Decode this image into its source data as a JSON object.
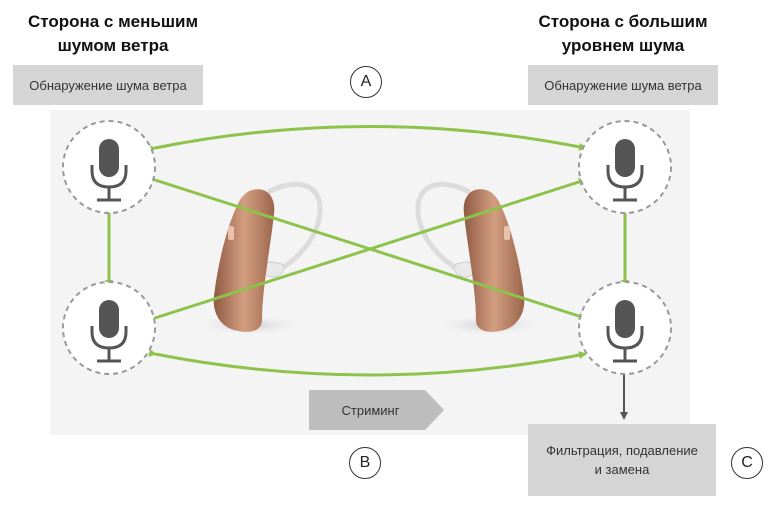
{
  "left_side": {
    "title_line1": "Сторона с меньшим",
    "title_line2": "шумом ветра",
    "detection_label": "Обнаружение шума ветра"
  },
  "right_side": {
    "title_line1": "Сторона с большим",
    "title_line2": "уровнем шума",
    "detection_label": "Обнаружение шума ветра"
  },
  "labels": {
    "a": "A",
    "b": "B",
    "c": "C"
  },
  "streaming_label": "Стриминг",
  "filter_box": {
    "line1": "Фильтрация, подавление",
    "line2": "и замена"
  },
  "colors": {
    "arrow": "#8dc34a",
    "output_arrow": "#555555",
    "box": "#d5d5d5",
    "device": "#c48b6e"
  }
}
